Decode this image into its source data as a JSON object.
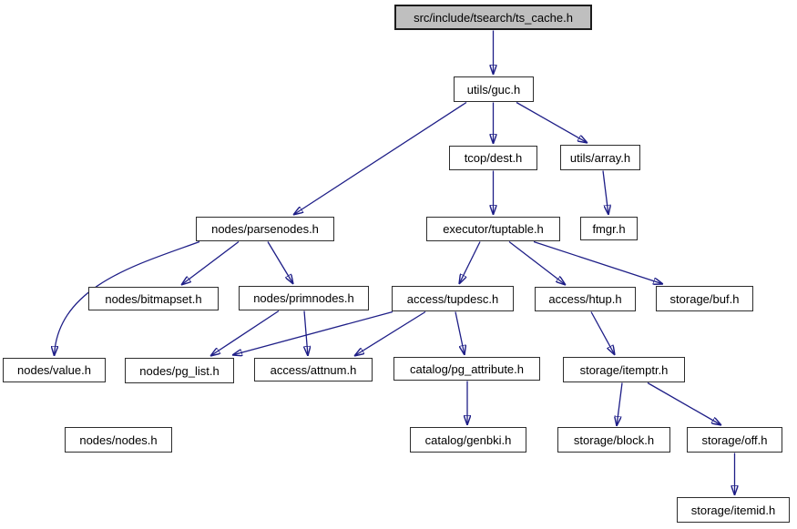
{
  "graph": {
    "kind": "include-dependency-graph",
    "root_file": "src/include/tsearch/ts_cache.h"
  },
  "colors": {
    "edge": "#1e1e87",
    "node_fill": "#ffffff",
    "node_border": "#2d2d2d",
    "root_fill": "#bfbfbf",
    "background": "#ffffff"
  },
  "nodes": [
    {
      "id": "ts_cache",
      "label": "src/include/tsearch/ts_cache.h"
    },
    {
      "id": "guc",
      "label": "utils/guc.h"
    },
    {
      "id": "dest",
      "label": "tcop/dest.h"
    },
    {
      "id": "array",
      "label": "utils/array.h"
    },
    {
      "id": "parsenodes",
      "label": "nodes/parsenodes.h"
    },
    {
      "id": "tuptable",
      "label": "executor/tuptable.h"
    },
    {
      "id": "fmgr",
      "label": "fmgr.h"
    },
    {
      "id": "bitmapset",
      "label": "nodes/bitmapset.h"
    },
    {
      "id": "primnodes",
      "label": "nodes/primnodes.h"
    },
    {
      "id": "tupdesc",
      "label": "access/tupdesc.h"
    },
    {
      "id": "htup",
      "label": "access/htup.h"
    },
    {
      "id": "buf",
      "label": "storage/buf.h"
    },
    {
      "id": "value",
      "label": "nodes/value.h"
    },
    {
      "id": "pg_list",
      "label": "nodes/pg_list.h"
    },
    {
      "id": "attnum",
      "label": "access/attnum.h"
    },
    {
      "id": "pg_attribute",
      "label": "catalog/pg_attribute.h"
    },
    {
      "id": "itemptr",
      "label": "storage/itemptr.h"
    },
    {
      "id": "nodes",
      "label": "nodes/nodes.h"
    },
    {
      "id": "genbki",
      "label": "catalog/genbki.h"
    },
    {
      "id": "block",
      "label": "storage/block.h"
    },
    {
      "id": "off",
      "label": "storage/off.h"
    },
    {
      "id": "itemid",
      "label": "storage/itemid.h"
    }
  ],
  "edges": [
    {
      "from": "ts_cache",
      "to": "guc"
    },
    {
      "from": "guc",
      "to": "parsenodes"
    },
    {
      "from": "guc",
      "to": "dest"
    },
    {
      "from": "guc",
      "to": "array"
    },
    {
      "from": "dest",
      "to": "tuptable"
    },
    {
      "from": "array",
      "to": "fmgr"
    },
    {
      "from": "parsenodes",
      "to": "bitmapset"
    },
    {
      "from": "parsenodes",
      "to": "primnodes"
    },
    {
      "from": "parsenodes",
      "to": "value"
    },
    {
      "from": "primnodes",
      "to": "pg_list"
    },
    {
      "from": "primnodes",
      "to": "attnum"
    },
    {
      "from": "tuptable",
      "to": "tupdesc"
    },
    {
      "from": "tuptable",
      "to": "htup"
    },
    {
      "from": "tuptable",
      "to": "buf"
    },
    {
      "from": "tupdesc",
      "to": "pg_list"
    },
    {
      "from": "tupdesc",
      "to": "attnum"
    },
    {
      "from": "tupdesc",
      "to": "pg_attribute"
    },
    {
      "from": "htup",
      "to": "itemptr"
    },
    {
      "from": "pg_attribute",
      "to": "genbki"
    },
    {
      "from": "itemptr",
      "to": "block"
    },
    {
      "from": "itemptr",
      "to": "off"
    },
    {
      "from": "off",
      "to": "itemid"
    }
  ]
}
